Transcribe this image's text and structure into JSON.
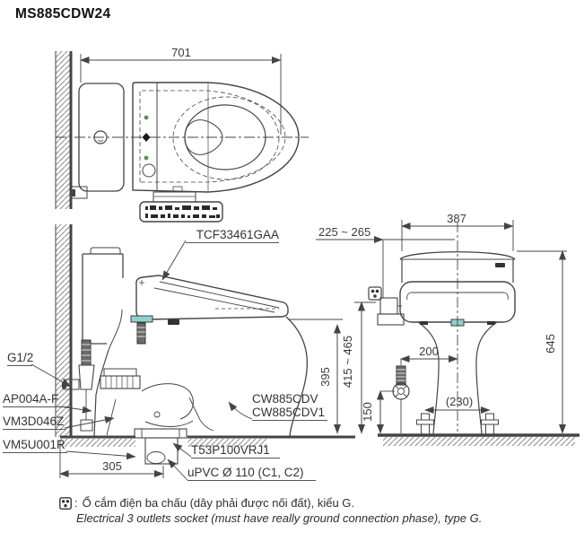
{
  "title": "MS885CDW24",
  "dimensions": {
    "top_width": "701",
    "side_offset": "305",
    "rim_height": "395",
    "rear_width": "387",
    "outlet_range": "225 ~ 265",
    "total_height": "645",
    "supply_range": "415 ~ 465",
    "valve_offset": "200",
    "valve_height": "150",
    "bolt_spacing": "(230)"
  },
  "part_labels": {
    "washlet": "TCF33461GAA",
    "thread": "G1/2",
    "stop_valve": "AP004A-F",
    "flange": "VM3D046Z",
    "seal": "VM5U001R",
    "bowl": "CW885CDV",
    "bowl_alt": "CW885CDV1",
    "drain_joint": "T53P100VRJ1",
    "pipe": "uPVC Ø 110 (C1, C2)"
  },
  "note": {
    "icon": "outlet-3pin-icon",
    "separator": ":",
    "vi": "Ổ cắm điện ba chấu (dây phải được nối đất), kiểu G.",
    "en": "Electrical 3 outlets socket (must have really ground connection phase), type G."
  },
  "colors": {
    "line": "#444444",
    "highlight": "#8ed1d0",
    "indicator_green": "#5e8f56"
  }
}
